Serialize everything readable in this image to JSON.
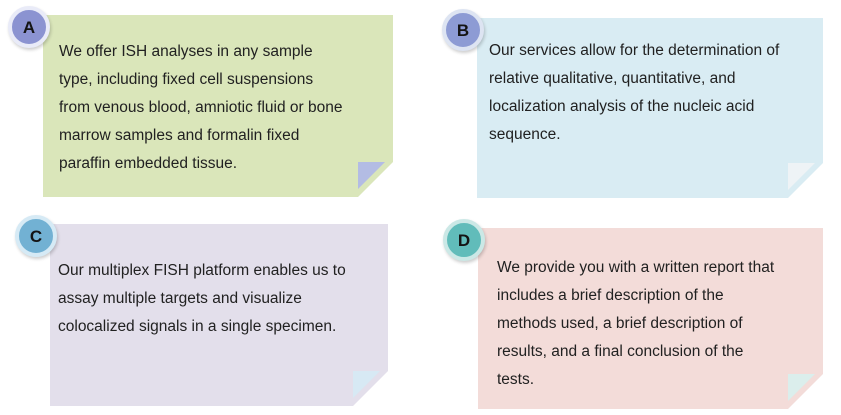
{
  "theme": {
    "page_background": "#ffffff",
    "text_color": "#212121"
  },
  "cards": [
    {
      "id": "A",
      "badge": "A",
      "text": "We offer ISH analyses in any sample\ntype, including fixed cell suspensions\nfrom venous blood, amniotic fluid or bone\nmarrow samples and formalin fixed\nparaffin embedded tissue.",
      "colors": {
        "background": "#dae6ba",
        "fold": "#b3bce4",
        "badge_fill": "#8b93d1",
        "badge_ring": "#e9ebf8"
      }
    },
    {
      "id": "B",
      "badge": "B",
      "text": "Our services allow for the determination of\nrelative qualitative, quantitative, and\nlocalization analysis of the nucleic acid\nsequence.",
      "colors": {
        "background": "#d9ecf3",
        "fold": "#eef3f6",
        "badge_fill": "#8d9bd4",
        "badge_ring": "#dde4f2"
      }
    },
    {
      "id": "C",
      "badge": "C",
      "text": "Our multiplex FISH platform enables us to\nassay multiple targets and visualize\ncolocalized signals in a single specimen.",
      "colors": {
        "background": "#e3dfeb",
        "fold": "#d7e9f4",
        "badge_fill": "#72b1d3",
        "badge_ring": "#d6eaf5"
      }
    },
    {
      "id": "D",
      "badge": "D",
      "text": "We provide you with a written report that\nincludes a brief description of the\nmethods used, a brief description of\nresults, and a final conclusion of the\ntests.",
      "colors": {
        "background": "#f3dcd9",
        "fold": "#dbeeec",
        "badge_fill": "#61bcba",
        "badge_ring": "#cbe8e6"
      }
    }
  ]
}
